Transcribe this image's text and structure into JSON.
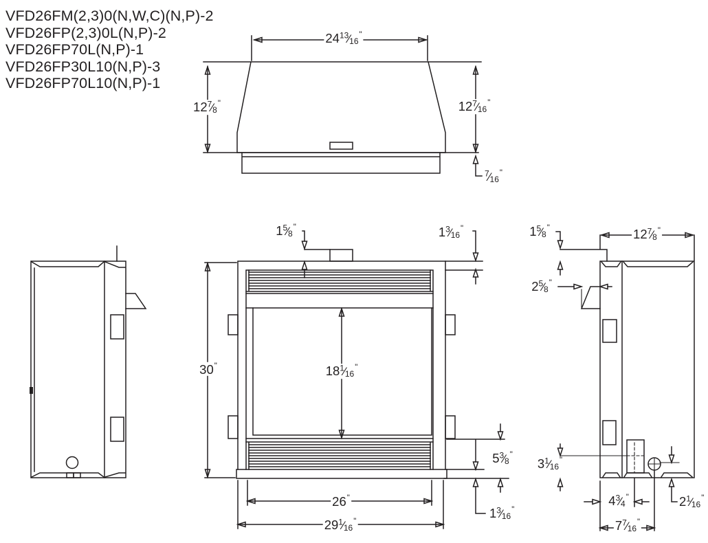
{
  "models": {
    "lines": [
      "VFD26FM(2,3)0(N,W,C)(N,P)-2",
      "VFD26FP(2,3)0L(N,P)-2",
      "VFD26FP70L(N,P)-1",
      "VFD26FP30L10(N,P)-3",
      "VFD26FP70L10(N,P)-1"
    ]
  },
  "glyphs": {
    "inch": "\"",
    "slash": "⁄"
  },
  "dimensions": {
    "hood_top_width": {
      "whole": "24",
      "num": "13",
      "den": "16"
    },
    "hood_height_left": {
      "whole": "12",
      "num": "7",
      "den": "8"
    },
    "hood_height_right": {
      "whole": "12",
      "num": "7",
      "den": "16"
    },
    "hood_flange": {
      "whole": "",
      "num": "7",
      "den": "16"
    },
    "vent_offset": {
      "whole": "1",
      "num": "5",
      "den": "8"
    },
    "top_inset": {
      "whole": "1",
      "num": "3",
      "den": "16"
    },
    "front_height": {
      "whole": "30",
      "num": "",
      "den": ""
    },
    "opening_height": {
      "whole": "18",
      "num": "1",
      "den": "16"
    },
    "louver_width": {
      "whole": "26",
      "num": "",
      "den": ""
    },
    "base_width": {
      "whole": "29",
      "num": "1",
      "den": "16"
    },
    "bottom_louver_height": {
      "whole": "5",
      "num": "3",
      "den": "8"
    },
    "base_height": {
      "whole": "1",
      "num": "3",
      "den": "16"
    },
    "side_vent_offset": {
      "whole": "1",
      "num": "5",
      "den": "8"
    },
    "side_depth": {
      "whole": "12",
      "num": "7",
      "den": "8"
    },
    "flag_depth": {
      "whole": "2",
      "num": "5",
      "den": "8"
    },
    "gas_center_height": {
      "whole": "3",
      "num": "1",
      "den": "16"
    },
    "gas_box_offset": {
      "whole": "4",
      "num": "3",
      "den": "4"
    },
    "gas_inlet_offset": {
      "whole": "7",
      "num": "7",
      "den": "16"
    },
    "inlet_edge_offset": {
      "whole": "2",
      "num": "1",
      "den": "16"
    }
  }
}
